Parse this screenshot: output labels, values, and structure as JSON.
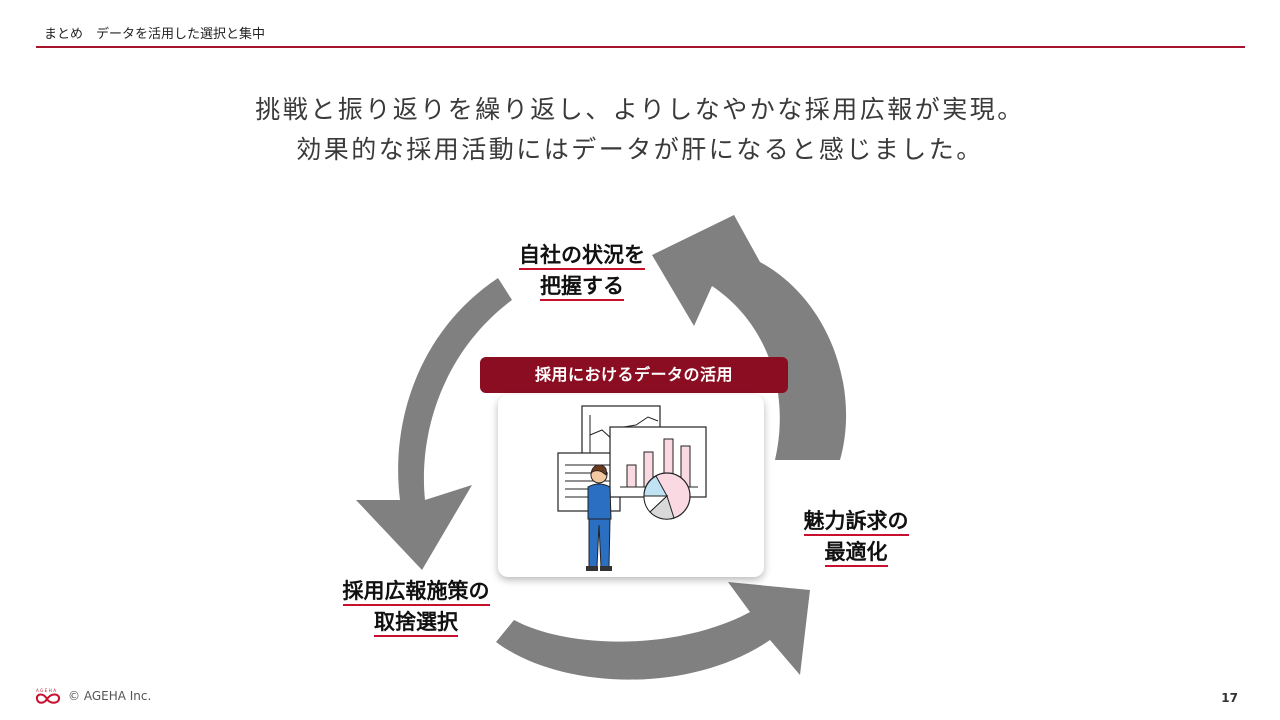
{
  "header": {
    "title": "まとめ　データを活用した選択と集中"
  },
  "headline": {
    "line1": "挑戦と振り返りを繰り返し、よりしなやかな採用広報が実現。",
    "line2": "効果的な採用活動にはデータが肝になると感じました。"
  },
  "cycle": {
    "step1": {
      "line1": "自社の状況を",
      "line2": "把握する"
    },
    "step2": {
      "line1": "魅力訴求の",
      "line2": "最適化"
    },
    "step3": {
      "line1": "採用広報施策の",
      "line2": "取捨選択"
    },
    "center_badge": "採用におけるデータの活用",
    "arrow_color": "#808080"
  },
  "footer": {
    "logo_text": "AGEHA",
    "copyright": "© AGEHA Inc.",
    "page_number": "17"
  },
  "colors": {
    "accent": "#a5142c",
    "badge": "#8b0d22",
    "underline": "#c8102e"
  }
}
